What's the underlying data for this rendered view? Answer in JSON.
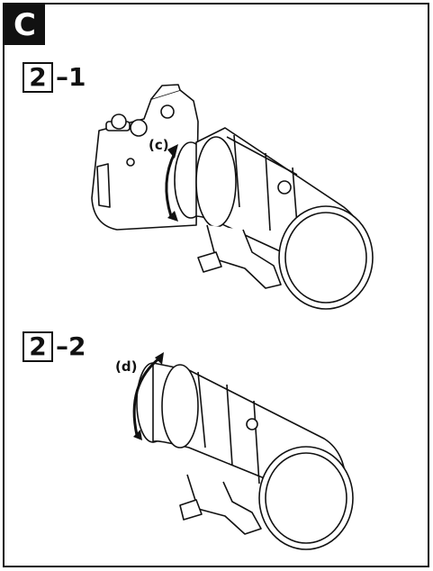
{
  "section": {
    "label": "C"
  },
  "steps": [
    {
      "number": "2",
      "suffix": "–1",
      "callout": "(c)"
    },
    {
      "number": "2",
      "suffix": "–2",
      "callout": "(d)"
    }
  ],
  "illustrations": {
    "top": "camera-with-telephoto-lens-icon",
    "bottom": "telephoto-lens-icon"
  }
}
